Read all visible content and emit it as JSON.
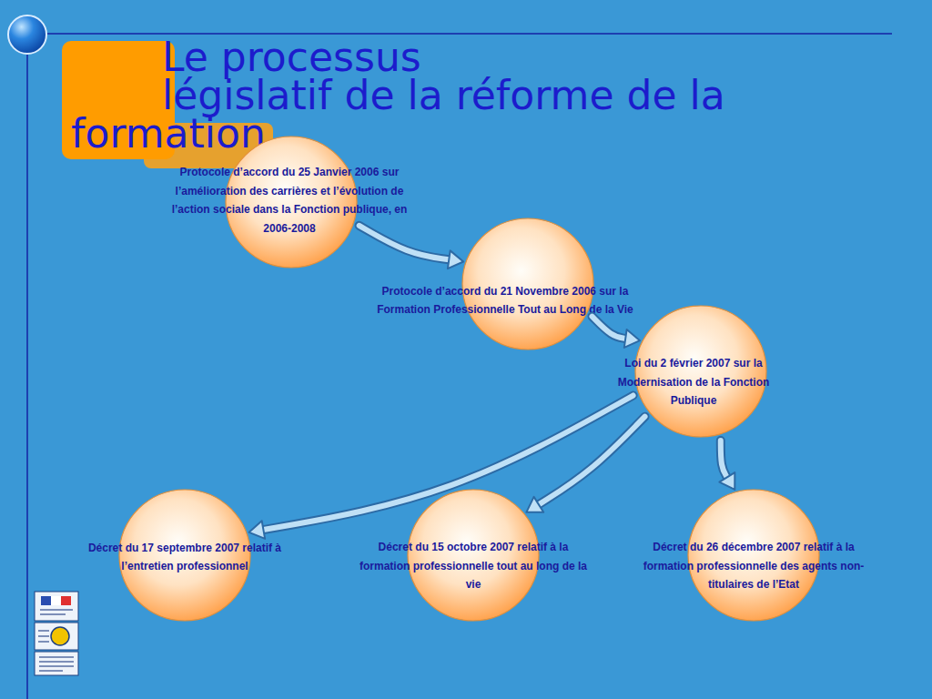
{
  "diagram": {
    "title": "Le processus législatif de la réforme de la formation",
    "nodes": [
      {
        "text": [
          "Protocole d’accord du 25 Janvier 2006 sur l’amélioration des carrières et l’évolution de l’action sociale dans la Fonction publique, en 2006-2008"
        ]
      },
      {
        "text": [
          "Protocole d’accord du 21 Novembre 2006 sur la Formation Professionnelle Tout au Long de la Vie"
        ]
      },
      {
        "text": [
          "Loi du 2 février 2007 sur la Modernisation de la Fonction Publique"
        ]
      },
      {
        "text": [
          "Décret du 17 septembre 2007 relatif à l’entretien professionnel"
        ]
      },
      {
        "text": [
          "Décret du 15 octobre 2007 relatif à la formation professionnelle tout au long de la vie"
        ]
      },
      {
        "text": [
          "Décret du 26 décembre 2007 relatif à la formation professionnelle des agents non-titulaires de l’Etat"
        ]
      }
    ],
    "edges": [
      {
        "from": 0,
        "to": 1,
        "arrow": "to"
      },
      {
        "from": 1,
        "to": 2,
        "arrow": "to"
      },
      {
        "from": 2,
        "to": 3,
        "arrow": "to"
      },
      {
        "from": 2,
        "to": 4,
        "arrow": "to"
      },
      {
        "from": 2,
        "to": 5,
        "arrow": "to"
      }
    ]
  }
}
